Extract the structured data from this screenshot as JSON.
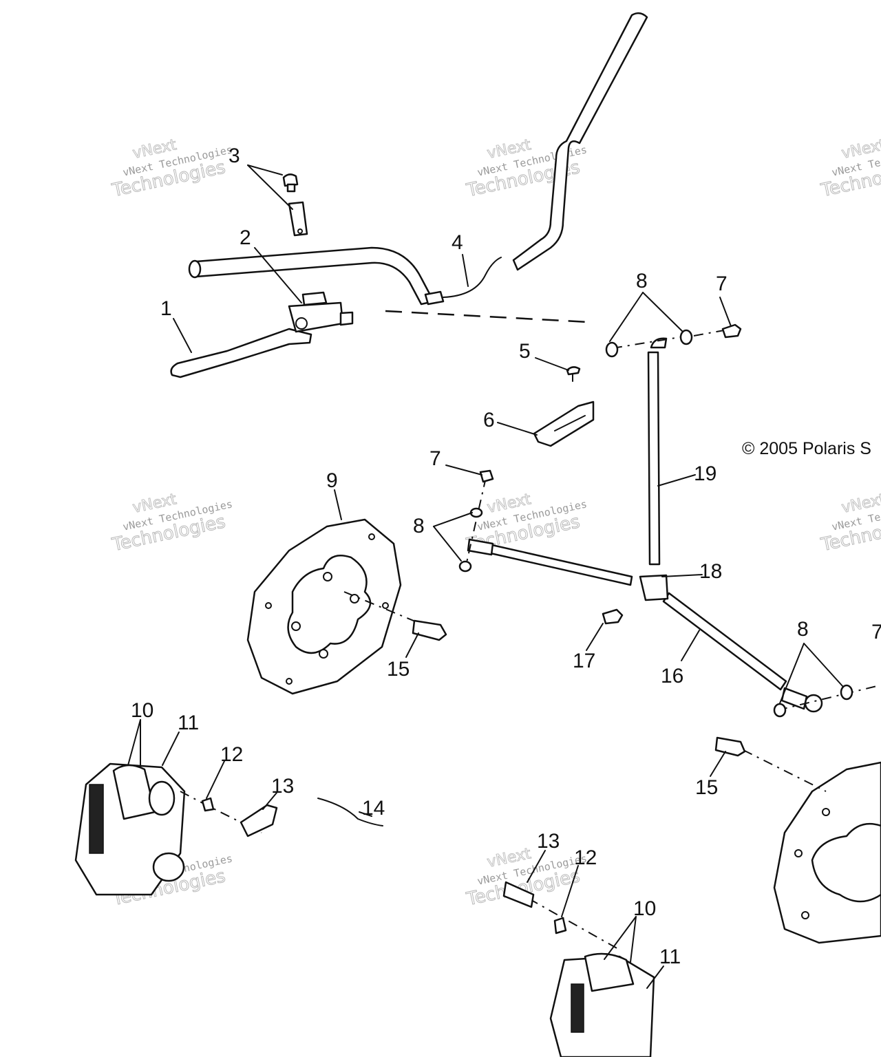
{
  "copyright": "© 2005 Polaris S",
  "watermark": {
    "line1": "vNext Technologies",
    "line2": "Technologies",
    "line0": "vNext"
  },
  "callouts": {
    "c1": "1",
    "c2": "2",
    "c3": "3",
    "c4": "4",
    "c5": "5",
    "c6": "6",
    "c7a": "7",
    "c7b": "7",
    "c7c": "7",
    "c8a": "8",
    "c8b": "8",
    "c8c": "8",
    "c9": "9",
    "c10a": "10",
    "c10b": "10",
    "c11a": "11",
    "c11b": "11",
    "c12a": "12",
    "c12b": "12",
    "c13a": "13",
    "c13b": "13",
    "c14": "14",
    "c15a": "15",
    "c15b": "15",
    "c16": "16",
    "c17": "17",
    "c18": "18",
    "c19": "19"
  }
}
